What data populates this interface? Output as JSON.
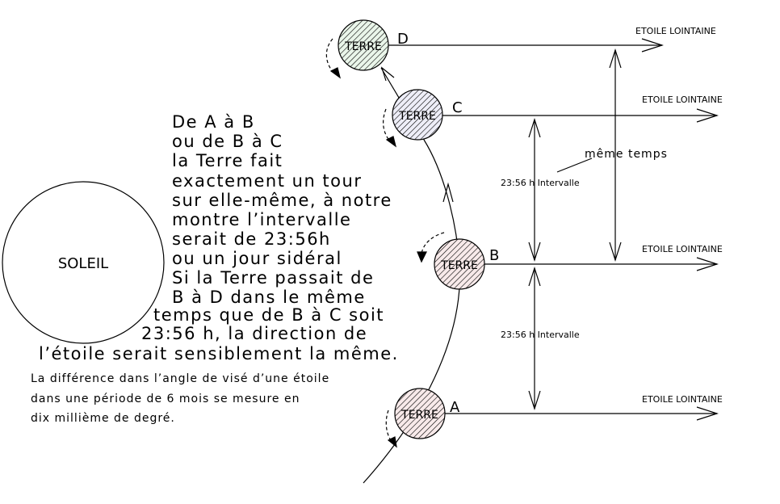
{
  "sun": {
    "label": "SOLEIL"
  },
  "earths": [
    {
      "id": "D",
      "label": "TERRE",
      "letter": "D",
      "color": "#2e9a3a"
    },
    {
      "id": "C",
      "label": "TERRE",
      "letter": "C",
      "color": "#2a2a9a"
    },
    {
      "id": "B",
      "label": "TERRE",
      "letter": "B",
      "color": "#b02020"
    },
    {
      "id": "A",
      "label": "TERRE",
      "letter": "A",
      "color": "#b02020"
    }
  ],
  "star_label": "ETOILE LOINTAINE",
  "annotations": {
    "same_time": "même temps",
    "interval_top": "23:56 h Intervalle",
    "interval_bottom": "23:56 h Intervalle"
  },
  "main_text": [
    "De A à B",
    "ou de B à C",
    "la Terre fait",
    "exactement un tour",
    "sur elle-même, à notre",
    "montre l’intervalle",
    "serait de 23:56h",
    "ou un jour sidéral",
    "Si la Terre passait de",
    "B à D dans le même",
    "temps que de B à C soit",
    "23:56 h, la direction de",
    "l’étoile serait sensiblement la même."
  ],
  "note_text": [
    "La différence dans l’angle de visé d’une étoile",
    "dans une période de 6 mois se mesure en",
    "dix millième de degré."
  ]
}
